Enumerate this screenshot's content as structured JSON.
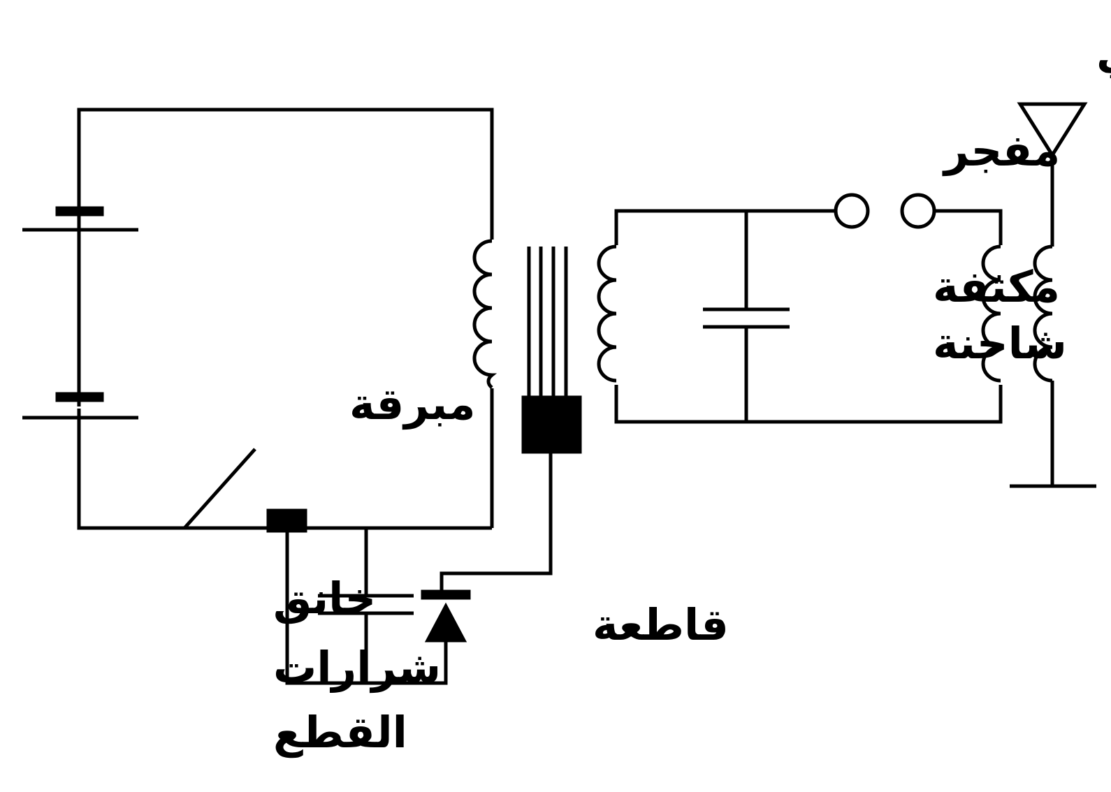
{
  "labels": {
    "antenna": "هوائي",
    "spark_gap": "مفجر",
    "charging_capacitor_line1": "مكثفة",
    "charging_capacitor_line2": "شاحنة",
    "telegraph_key": "مبرقة",
    "interrupter": "قاطعة",
    "spark_quench_line1": "خانق",
    "spark_quench_line2": "شرارات",
    "spark_quench_line3": "القطع"
  },
  "colors": {
    "stroke": "#000000",
    "background": "#ffffff"
  }
}
